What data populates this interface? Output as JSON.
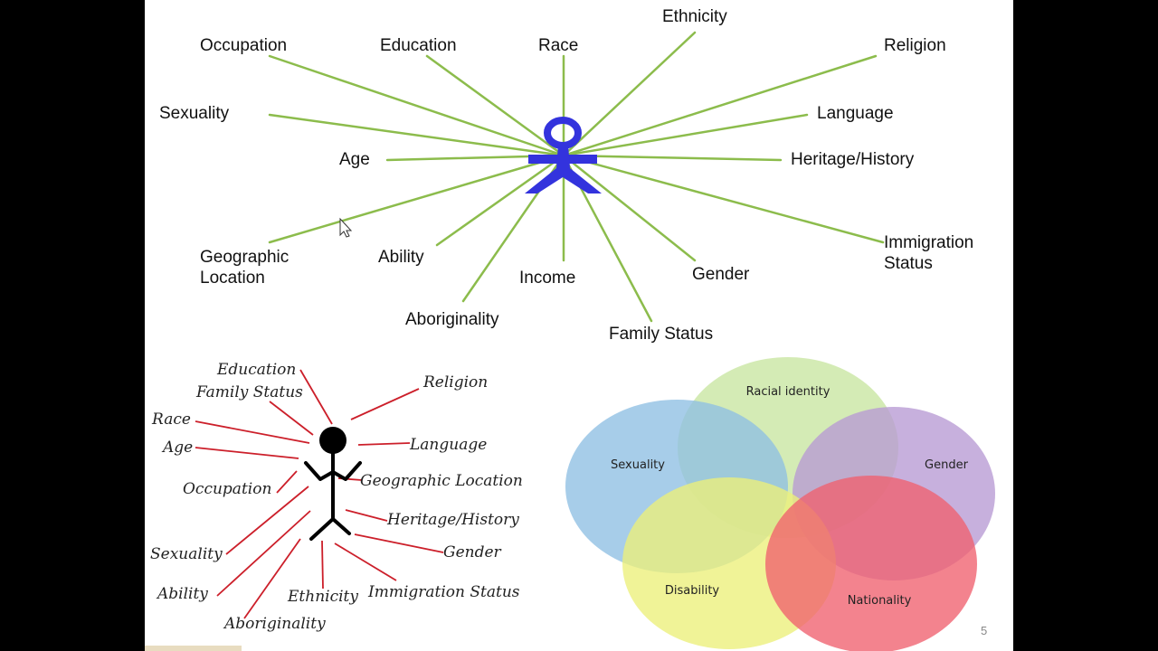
{
  "top_diagram": {
    "labels": [
      {
        "id": "occupation",
        "text": "Occupation"
      },
      {
        "id": "education",
        "text": "Education"
      },
      {
        "id": "race",
        "text": "Race"
      },
      {
        "id": "ethnicity",
        "text": "Ethnicity"
      },
      {
        "id": "religion",
        "text": "Religion"
      },
      {
        "id": "sexuality",
        "text": "Sexuality"
      },
      {
        "id": "language",
        "text": "Language"
      },
      {
        "id": "age",
        "text": "Age"
      },
      {
        "id": "heritage",
        "text": "Heritage/History"
      },
      {
        "id": "geographic-1",
        "text": "Geographic"
      },
      {
        "id": "geographic-2",
        "text": "Location"
      },
      {
        "id": "ability",
        "text": "Ability"
      },
      {
        "id": "income",
        "text": "Income"
      },
      {
        "id": "gender",
        "text": "Gender"
      },
      {
        "id": "immigration-1",
        "text": "Immigration"
      },
      {
        "id": "immigration-2",
        "text": "Status"
      },
      {
        "id": "aboriginality",
        "text": "Aboriginality"
      },
      {
        "id": "family-status",
        "text": "Family Status"
      }
    ],
    "line_color": "#8cbc4c",
    "figure_color": "#3333dd"
  },
  "bottom_left_diagram": {
    "labels": [
      {
        "id": "education",
        "text": "Education"
      },
      {
        "id": "family-status",
        "text": "Family Status"
      },
      {
        "id": "religion",
        "text": "Religion"
      },
      {
        "id": "race",
        "text": "Race"
      },
      {
        "id": "age",
        "text": "Age"
      },
      {
        "id": "language",
        "text": "Language"
      },
      {
        "id": "occupation",
        "text": "Occupation"
      },
      {
        "id": "geographic-location",
        "text": "Geographic Location"
      },
      {
        "id": "heritage",
        "text": "Heritage/History"
      },
      {
        "id": "sexuality",
        "text": "Sexuality"
      },
      {
        "id": "gender",
        "text": "Gender"
      },
      {
        "id": "ability",
        "text": "Ability"
      },
      {
        "id": "ethnicity",
        "text": "Ethnicity"
      },
      {
        "id": "immigration-status",
        "text": "Immigration Status"
      },
      {
        "id": "aboriginality",
        "text": "Aboriginality"
      }
    ],
    "line_color": "#cc1f2a",
    "figure_color": "#000000"
  },
  "venn": {
    "sets": [
      {
        "id": "racial-identity",
        "label": "Racial identity",
        "color": "#c8e6a0"
      },
      {
        "id": "sexuality",
        "label": "Sexuality",
        "color": "#8ebfe3"
      },
      {
        "id": "gender",
        "label": "Gender",
        "color": "#b79ad4"
      },
      {
        "id": "disability",
        "label": "Disability",
        "color": "#ecf07a"
      },
      {
        "id": "nationality",
        "label": "Nationality",
        "color": "#f0606e"
      }
    ]
  },
  "page_number": "5"
}
